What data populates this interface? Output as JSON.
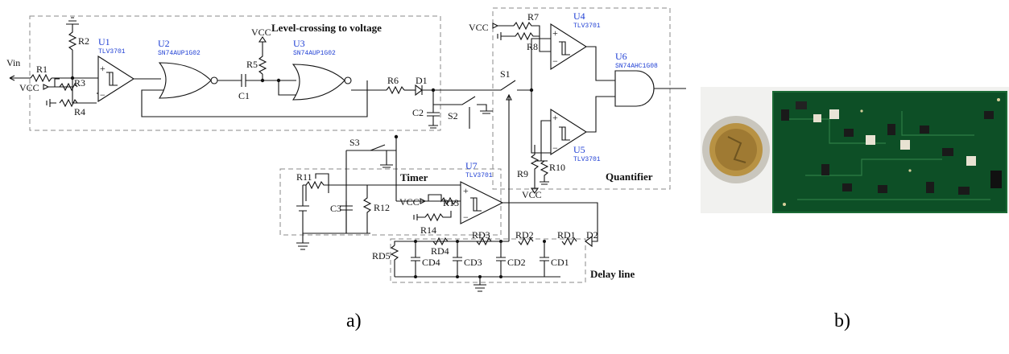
{
  "captions": {
    "a": "a)",
    "b": "b)"
  },
  "blocks": {
    "level": "Level-crossing to voltage",
    "quantifier": "Quantifier",
    "timer": "Timer",
    "delay": "Delay line"
  },
  "ics": {
    "u1": {
      "ref": "U1",
      "part": "TLV3701"
    },
    "u2": {
      "ref": "U2",
      "part": "SN74AUP1G02"
    },
    "u3": {
      "ref": "U3",
      "part": "SN74AUP1G02"
    },
    "u4": {
      "ref": "U4",
      "part": "TLV3701"
    },
    "u5": {
      "ref": "U5",
      "part": "TLV3701"
    },
    "u6": {
      "ref": "U6",
      "part": "SN74AHC1G08"
    },
    "u7": {
      "ref": "U7",
      "part": "TLV3701"
    }
  },
  "parts": {
    "vin": "Vin",
    "r1": "R1",
    "r2": "R2",
    "r3": "R3",
    "r4": "R4",
    "r5": "R5",
    "r6": "R6",
    "c1": "C1",
    "c2": "C2",
    "d1": "D1",
    "s1": "S1",
    "s2": "S2",
    "s3": "S3",
    "r7": "R7",
    "r8": "R8",
    "r9": "R9",
    "r10": "R10",
    "r11": "R11",
    "r12": "R12",
    "r13": "R13",
    "r14": "R14",
    "c3": "C3",
    "rd1": "RD1",
    "rd2": "RD2",
    "rd3": "RD3",
    "rd4": "RD4",
    "rd5": "RD5",
    "cd1": "CD1",
    "cd2": "CD2",
    "cd3": "CD3",
    "cd4": "CD4",
    "d2": "D2",
    "vcc": "VCC"
  }
}
